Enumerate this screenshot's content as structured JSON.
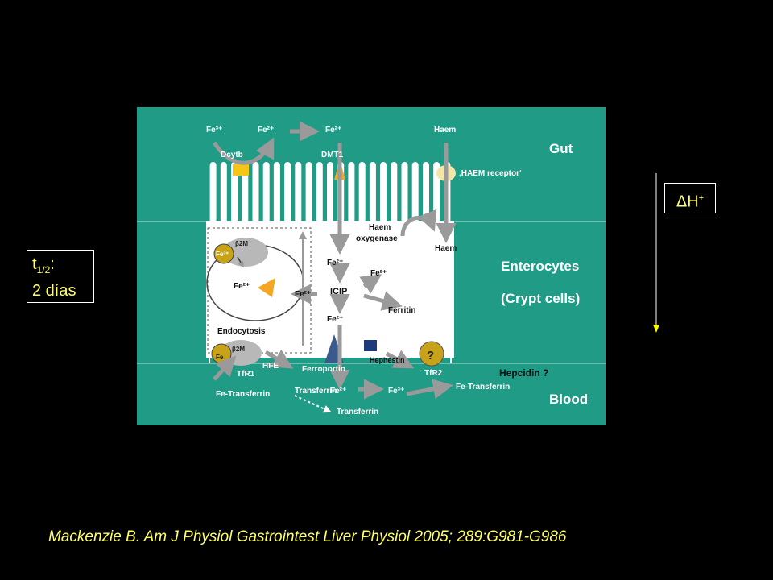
{
  "halflife": {
    "t": "t",
    "sub": "1/2",
    "colon": ":",
    "value": "2 días"
  },
  "delta_h": {
    "delta": "ΔH",
    "sup": "+"
  },
  "citation": "Mackenzie B. Am J Physiol Gastrointest Liver Physiol 2005; 289:G981-G986",
  "colors": {
    "background": "#000000",
    "panel": "#1f9b86",
    "cell": "#ffffff",
    "arrow": "#9a9a9a",
    "accent": "#f5a623",
    "label_yellow": "#ffff66"
  },
  "regions": {
    "gut": "Gut",
    "enterocytes": "Enterocytes",
    "crypt": "(Crypt cells)",
    "blood": "Blood",
    "hepcidin": "Hepcidin ?"
  },
  "labels": {
    "fe3_top": "Fe³⁺",
    "fe2_top1": "Fe²⁺",
    "fe2_top2": "Fe²⁺",
    "haem_top": "Haem",
    "dcytb": "Dcytb",
    "dmt1": "DMT1",
    "haem_receptor": "‚HAEM receptor‘",
    "haem_oxygenase1": "Haem",
    "haem_oxygenase2": "oxygenase",
    "haem_mid": "Haem",
    "fe2_mid1": "Fe²⁺",
    "fe2_right": "Fe²⁺",
    "icip": "ICIP",
    "fe2_left": "Fe²⁺",
    "fe2_endo": "Fe²⁺",
    "ferritin": "Ferritin",
    "fe2_low": "Fe²⁺",
    "b2m_top": "β2M",
    "b2m_bottom": "β2M",
    "fe_top": "Fe³⁺",
    "fe_bottom": "Fe",
    "endocytosis": "Endocytosis",
    "tfr1": "TfR1",
    "hfe": "HFE",
    "ferroportin": "Ferroportin",
    "hephestin": "Hephestin",
    "tfr2": "TfR2",
    "question": "?",
    "fe_transferrin_left": "Fe-Transferrin",
    "transferrin_mid": "Transferrin",
    "fe2_blood": "Fe²⁺",
    "fe3_blood": "Fe³⁺",
    "fe_transferrin_right": "Fe-Transferrin",
    "transferrin_bottom": "Transferrin"
  }
}
